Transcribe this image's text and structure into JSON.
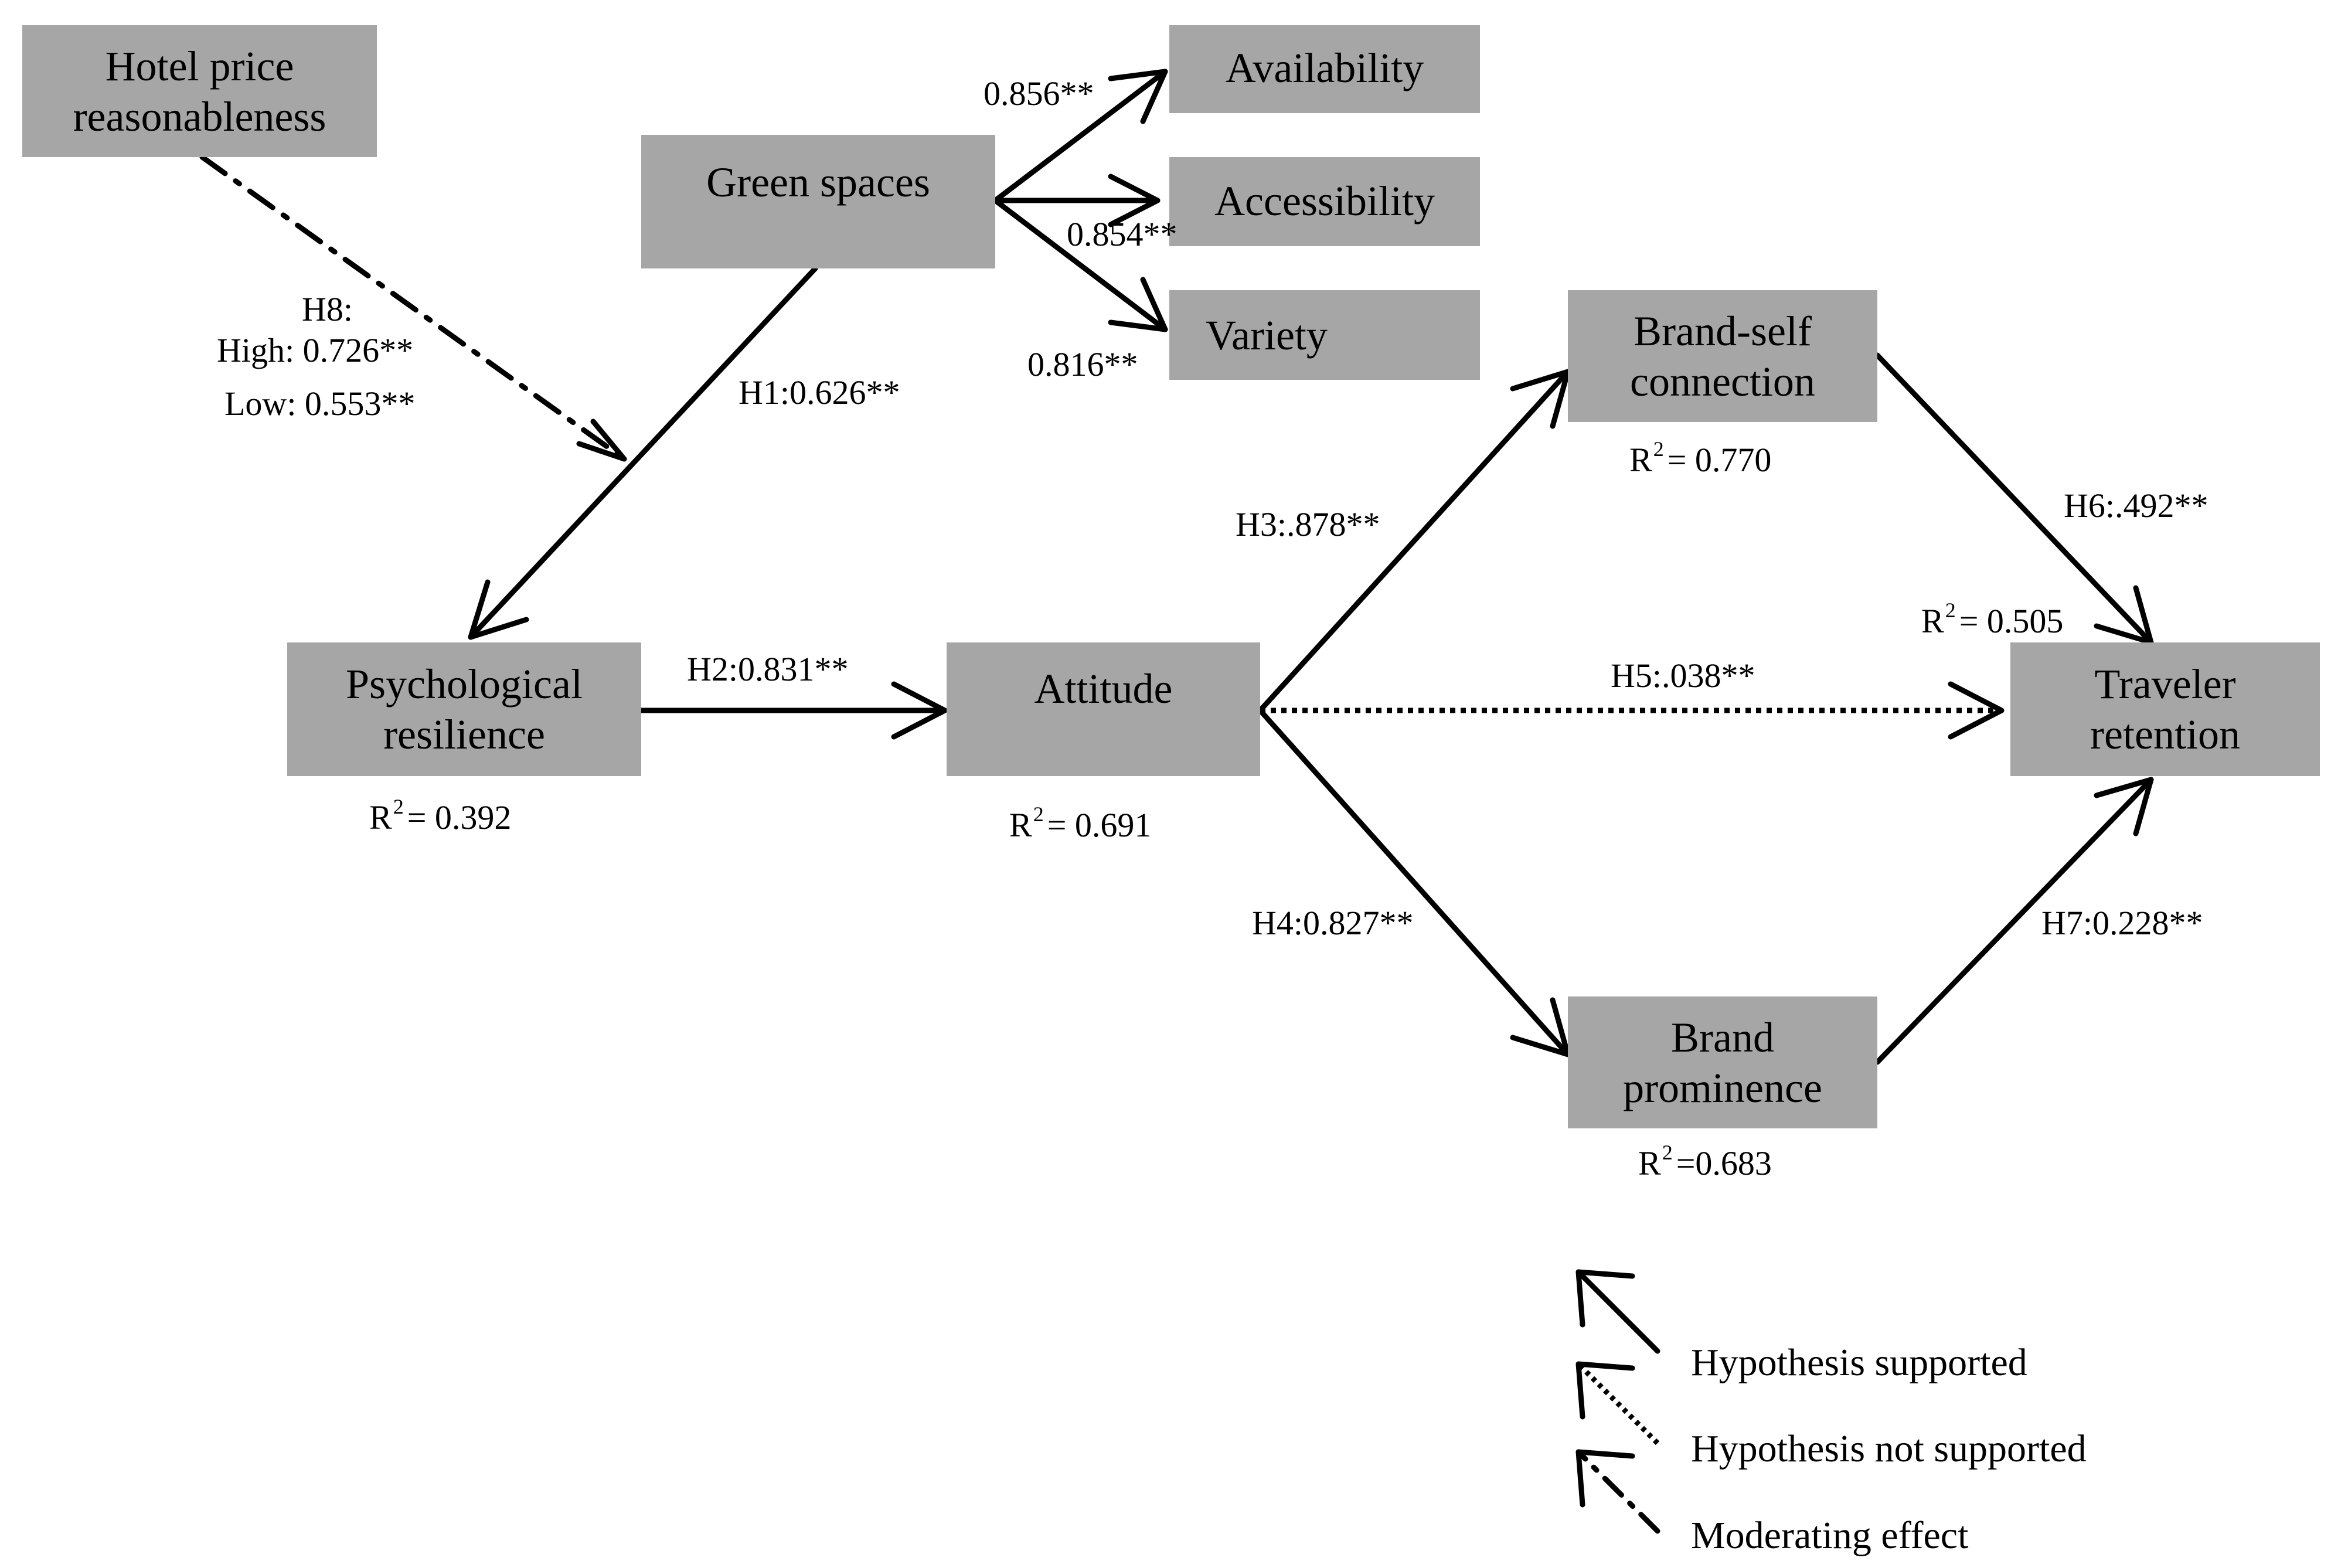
{
  "nodes": {
    "hotel_price": [
      "Hotel price",
      "reasonableness"
    ],
    "green_spaces": [
      "Green spaces"
    ],
    "availability": [
      "Availability"
    ],
    "accessibility": [
      "Accessibility"
    ],
    "variety": [
      "Variety"
    ],
    "brand_self": [
      "Brand-self",
      "connection"
    ],
    "psych_resilience": [
      "Psychological",
      "resilience"
    ],
    "attitude": [
      "Attitude"
    ],
    "traveler_retention": [
      "Traveler",
      "retention"
    ],
    "brand_prominence": [
      "Brand",
      "prominence"
    ]
  },
  "paths": {
    "h8_title": "H8:",
    "h8_high": "High: 0.726**",
    "h8_low": "Low: 0.553**",
    "h1": "H1:0.626**",
    "h2": "H2:0.831**",
    "h3": "H3:.878**",
    "h4": "H4:0.827**",
    "h5": "H5:.038**",
    "h6": "H6:.492**",
    "h7": "H7:0.228**",
    "load_availability": "0.856**",
    "load_accessibility": "0.854**",
    "load_variety": "0.816**"
  },
  "r_squared": {
    "prefix": "R",
    "sup": "2",
    "psych_resilience": "= 0.392",
    "attitude": "= 0.691",
    "brand_self": "= 0.770",
    "traveler_retention": "= 0.505",
    "brand_prominence": "=0.683"
  },
  "legend": {
    "supported": "Hypothesis supported",
    "not_supported": "Hypothesis not supported",
    "moderating": "Moderating effect"
  },
  "colors": {
    "node_fill": "#a6a6a6",
    "line": "#000000"
  }
}
